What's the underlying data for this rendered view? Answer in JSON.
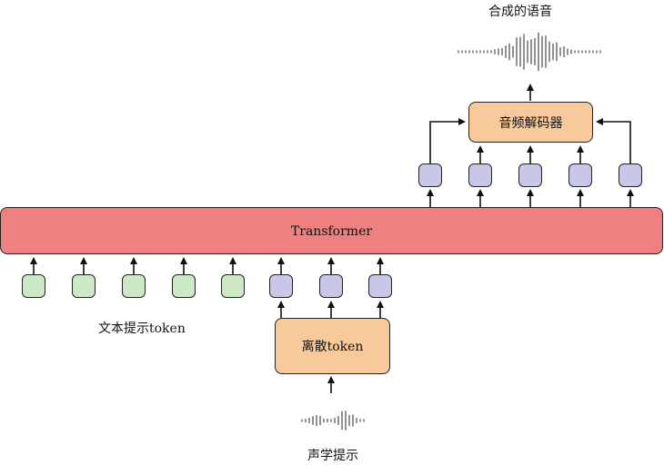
{
  "labels": {
    "synth_speech": "合成的语音",
    "audio_decoder": "音频解码器",
    "transformer": "Transformer",
    "text_prompt_token": "文本提示token",
    "discrete_token": "离散token",
    "acoustic_prompt": "声学提示"
  },
  "tokens": {
    "text_prompt_count": 5,
    "acoustic_input_count": 3,
    "output_count": 5
  },
  "colors": {
    "transformer": "#ee8080",
    "module": "#f8c99b",
    "text_token": "#cde8c4",
    "audio_token": "#c9c7e8",
    "waveform": "#777777"
  }
}
